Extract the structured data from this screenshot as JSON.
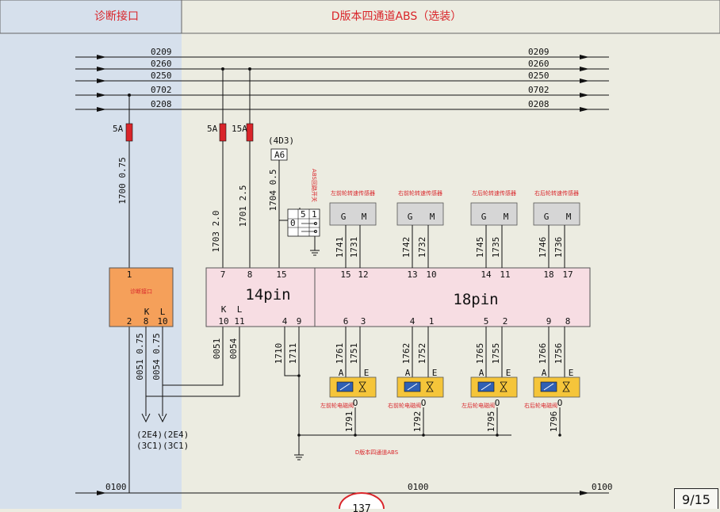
{
  "header": {
    "left_title": "诊断接口",
    "right_title": "D版本四通道ABS（选装）"
  },
  "bus_lines": [
    "0209",
    "0260",
    "0250",
    "0702",
    "0208"
  ],
  "ground_line": "0100",
  "fuses": {
    "diag": "5A",
    "abs_left": "5A",
    "abs_right": "15A"
  },
  "wires": {
    "diag_feed": "1700 0.75",
    "abs_feed_a": "1703 2.0",
    "abs_feed_b": "1701 2.5",
    "switch_feed": "1704 0.5",
    "diag_k_out": "0051 0.75",
    "diag_l_out": "0054 0.75",
    "ecu_k_out": "0051",
    "ecu_l_out": "0054",
    "gnd_1": "1710",
    "gnd_2": "1711"
  },
  "switch": {
    "ref": "(4D3)",
    "tag": "A6",
    "label": "ABS回路开关",
    "terms": [
      "5",
      "1",
      "0"
    ]
  },
  "diag_module": {
    "label": "诊断接口",
    "pin_top": "1",
    "k": "K",
    "l": "L",
    "pins_bottom": [
      "2",
      "8",
      "10"
    ]
  },
  "ecu": {
    "name_14": "14pin",
    "name_18": "18pin",
    "pins_top_14": [
      "7",
      "8",
      "15"
    ],
    "pins_bottom_14": [
      "10",
      "11",
      "4",
      "9"
    ],
    "k": "K",
    "l": "L",
    "pins_top_18": [
      "15",
      "12",
      "13",
      "10",
      "14",
      "11",
      "18",
      "17"
    ],
    "pins_bottom_18": [
      "6",
      "3",
      "4",
      "1",
      "5",
      "2",
      "9",
      "8"
    ]
  },
  "sensors": [
    {
      "label": "左前轮转速传感器",
      "g": "G",
      "m": "M",
      "wires": [
        "1741",
        "1731"
      ]
    },
    {
      "label": "右前轮转速传感器",
      "g": "G",
      "m": "M",
      "wires": [
        "1742",
        "1732"
      ]
    },
    {
      "label": "左后轮转速传感器",
      "g": "G",
      "m": "M",
      "wires": [
        "1745",
        "1735"
      ]
    },
    {
      "label": "右后轮转速传感器",
      "g": "G",
      "m": "M",
      "wires": [
        "1746",
        "1736"
      ]
    }
  ],
  "valves": [
    {
      "label": "左前轮电磁阀",
      "a": "A",
      "e": "E",
      "o": "O",
      "wires": [
        "1761",
        "1751"
      ],
      "ground": "1791"
    },
    {
      "label": "右前轮电磁阀",
      "a": "A",
      "e": "E",
      "o": "O",
      "wires": [
        "1762",
        "1752"
      ],
      "ground": "1792"
    },
    {
      "label": "左后轮电磁阀",
      "a": "A",
      "e": "E",
      "o": "O",
      "wires": [
        "1765",
        "1755"
      ],
      "ground": "1795"
    },
    {
      "label": "右后轮电磁阀",
      "a": "A",
      "e": "E",
      "o": "O",
      "wires": [
        "1766",
        "1756"
      ],
      "ground": "1796"
    }
  ],
  "refs": {
    "left": "(2E4)(2E4)",
    "left2": "(3C1)(3C1)"
  },
  "footer_label": "D版本四通道ABS",
  "page_number": "9/15",
  "page_mark": "137",
  "colors": {
    "red": "#d9252a",
    "blue_panel": "#d6e0ec",
    "orange": "#f5a05a",
    "pink": "#f7dde3",
    "yellow": "#f5c53a",
    "valve_blue": "#2f60b4"
  }
}
